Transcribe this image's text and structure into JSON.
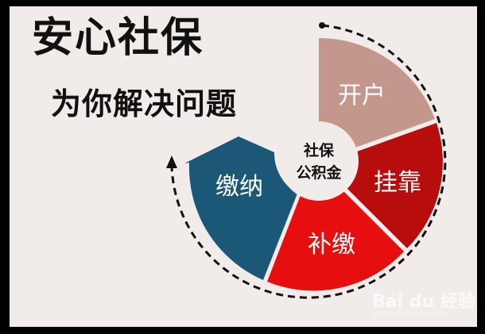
{
  "headline": {
    "title": "安心社保",
    "subtitle": "为你解决问题"
  },
  "wheel": {
    "center": [
      "社保",
      "公积金"
    ],
    "segments": [
      {
        "label": "开户",
        "color": "#c4978d"
      },
      {
        "label": "挂靠",
        "color": "#b80d0d"
      },
      {
        "label": "补缴",
        "color": "#e60e0e"
      },
      {
        "label": "缴纳",
        "color": "#1b5878"
      }
    ]
  },
  "colors": {
    "background": "#f1ebe9",
    "frame": "#000000",
    "text": "#111111"
  },
  "watermark": {
    "brand": "Bai du 经验",
    "url": "jingyan.baidu.com"
  }
}
